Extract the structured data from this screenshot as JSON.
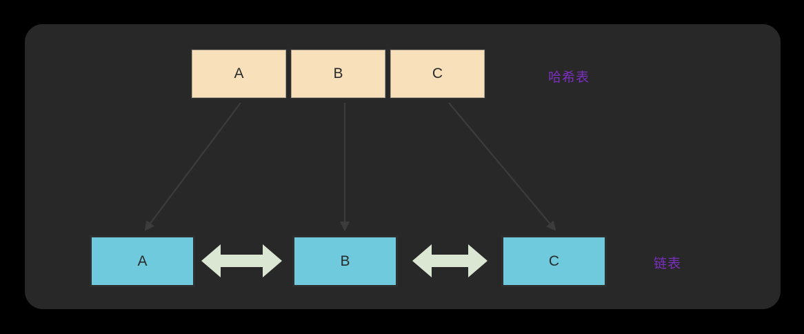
{
  "diagram": {
    "type": "hash-table-with-linked-list",
    "background_color": "#000000",
    "panel_color": "#282828",
    "hash_table": {
      "label": "哈希表",
      "label_color": "#7b2fbe",
      "cell_fill": "#f8e0bb",
      "cell_text_color": "#2a2a2a",
      "cells": [
        {
          "text": "A"
        },
        {
          "text": "B"
        },
        {
          "text": "C"
        }
      ]
    },
    "linked_list": {
      "label": "链表",
      "label_color": "#7b2fbe",
      "node_fill": "#6fcade",
      "node_text_color": "#2a2a2a",
      "nodes": [
        {
          "text": "A"
        },
        {
          "text": "B"
        },
        {
          "text": "C"
        }
      ],
      "link_arrow_color": "#dbe6d3",
      "link_arrow_count": 2
    },
    "mapping_arrows": {
      "color": "#3a3a3a",
      "count": 3,
      "description": "哈希表单元格指向链表节点"
    }
  }
}
